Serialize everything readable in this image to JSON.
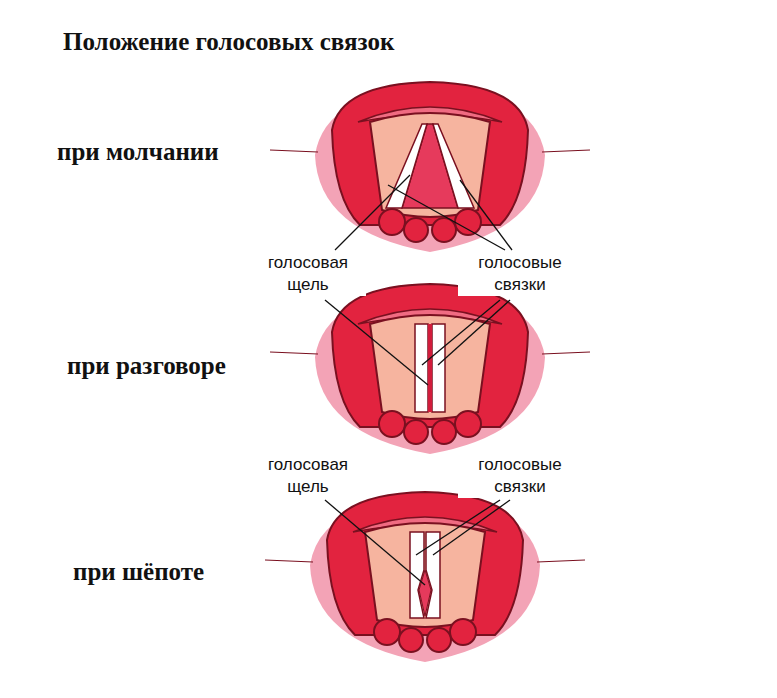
{
  "diagram": {
    "title": "Положение голосовых связок",
    "labels": [
      "при молчании",
      "голосовая щель",
      "голосовые связки",
      "при разговоре",
      "голосовая щель",
      "голосовые связки",
      "при шёпоте"
    ]
  }
}
